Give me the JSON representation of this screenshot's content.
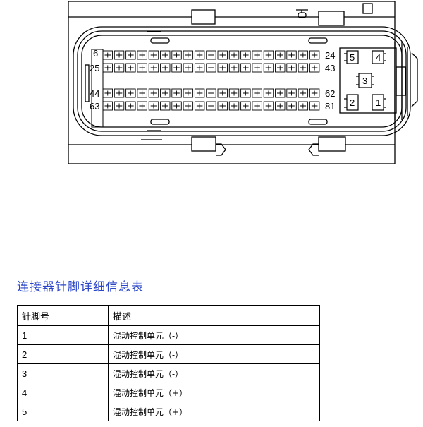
{
  "connector": {
    "pin_labels": {
      "row1_start": "6",
      "row1_end": "24",
      "row2_start": "25",
      "row2_end": "43",
      "row3_start": "44",
      "row3_end": "62",
      "row4_start": "63",
      "row4_end": "81"
    },
    "power_pins": [
      "1",
      "2",
      "3",
      "4",
      "5"
    ]
  },
  "section_title": "连接器针脚详细信息表",
  "table": {
    "headers": {
      "pin": "针脚号",
      "desc": "描述"
    },
    "rows": [
      {
        "pin": "1",
        "desc": "混动控制单元（-）"
      },
      {
        "pin": "2",
        "desc": "混动控制单元（-）"
      },
      {
        "pin": "3",
        "desc": "混动控制单元（-）"
      },
      {
        "pin": "4",
        "desc": "混动控制单元（+）"
      },
      {
        "pin": "5",
        "desc": "混动控制单元（+）"
      }
    ]
  }
}
